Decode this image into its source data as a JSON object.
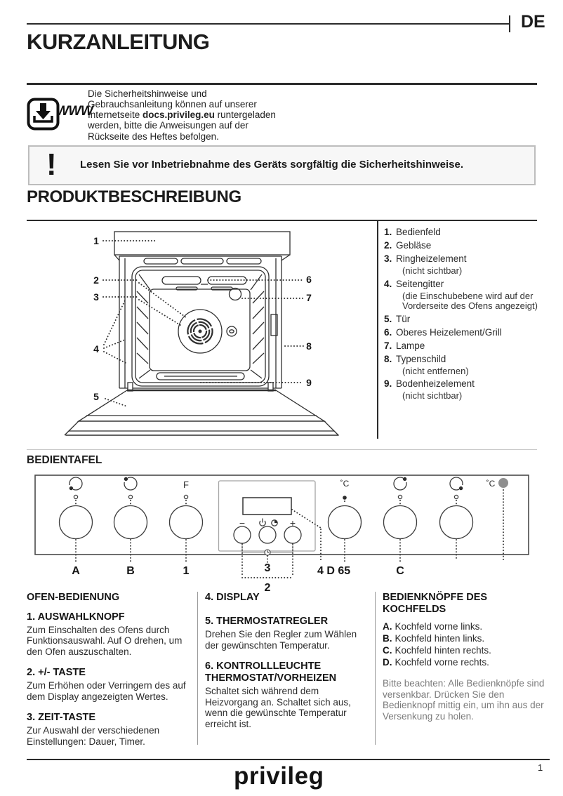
{
  "page": {
    "language_badge": "DE",
    "title": "KURZANLEITUNG",
    "page_number": "1",
    "brand_logo": "privileg"
  },
  "intro": {
    "www_label": "WWW",
    "text_before": "Die Sicherheitshinweise und\nGebrauchsanleitung können auf unserer\nInternetseite ",
    "link_bold": "docs.privileg.eu",
    "text_after": " runtergeladen\nwerden, bitte die Anweisungen auf der\nRückseite des Heftes befolgen."
  },
  "warning": {
    "icon_glyph": "!",
    "text": "Lesen Sie vor Inbetriebnahme des Geräts sorgfältig die Sicherheitshinweise."
  },
  "product": {
    "heading": "PRODUKTBESCHREIBUNG",
    "callouts": [
      "1",
      "2",
      "3",
      "4",
      "5",
      "6",
      "7",
      "8",
      "9"
    ],
    "legend": [
      {
        "num": "1.",
        "label": "Bedienfeld"
      },
      {
        "num": "2.",
        "label": "Gebläse"
      },
      {
        "num": "3.",
        "label": "Ringheizelement",
        "sub": "(nicht sichtbar)"
      },
      {
        "num": "4.",
        "label": "Seitengitter",
        "sub": "(die Einschubebene wird auf der\nVorderseite des Ofens angezeigt)"
      },
      {
        "num": "5.",
        "label": "Tür"
      },
      {
        "num": "6.",
        "label": "Oberes Heizelement/Grill"
      },
      {
        "num": "7.",
        "label": "Lampe"
      },
      {
        "num": "8.",
        "label": "Typenschild",
        "sub": "(nicht entfernen)"
      },
      {
        "num": "9.",
        "label": "Bodenheizelement",
        "sub": "(nicht sichtbar)"
      }
    ]
  },
  "panel": {
    "heading": "BEDIENTAFEL",
    "labels": {
      "a": "A",
      "b": "B",
      "one": "1",
      "two": "2",
      "three": "3",
      "four_d_65": "4 D 65",
      "c": "C"
    },
    "glyphs": {
      "selector_f": "F",
      "minus": "−",
      "plus": "+",
      "thermostat_c": "˚C",
      "indicator_c": "˚C"
    }
  },
  "sections": {
    "ofen": {
      "heading": "OFEN-BEDIENUNG",
      "items": [
        {
          "title": "1. AUSWAHLKNOPF",
          "body": "Zum Einschalten des Ofens durch Funktionsauswahl. Auf O drehen, um den Ofen auszuschalten."
        },
        {
          "title": "2. +/- TASTE",
          "body": "Zum Erhöhen oder Verringern des auf dem Display angezeigten Wertes."
        },
        {
          "title": "3. ZEIT-TASTE",
          "body": "Zur Auswahl der verschiedenen Einstellungen: Dauer,  Timer."
        }
      ]
    },
    "display": {
      "items": [
        {
          "title": "4. DISPLAY",
          "body": ""
        },
        {
          "title": "5. THERMOSTATREGLER",
          "body": "Drehen Sie den Regler zum Wählen der gewünschten Temperatur."
        },
        {
          "title": "6. KONTROLLLEUCHTE THERMOSTAT/VORHEIZEN",
          "body": "Schaltet sich während dem Heizvorgang an. Schaltet sich aus, wenn die gewünschte Temperatur erreicht ist."
        }
      ]
    },
    "kochfeld": {
      "heading": "BEDIENKNÖPFE DES KOCHFELDS",
      "items": [
        {
          "key": "A.",
          "label": "Kochfeld vorne links."
        },
        {
          "key": "B.",
          "label": "Kochfeld hinten links."
        },
        {
          "key": "C.",
          "label": "Kochfeld hinten rechts."
        },
        {
          "key": "D.",
          "label": "Kochfeld vorne rechts."
        }
      ],
      "note": "Bitte beachten: Alle Bedienknöpfe sind versenkbar. Drücken Sie den Bedienknopf mittig ein, um ihn aus der Versenkung zu holen."
    }
  },
  "colors": {
    "ink": "#2f2f2f",
    "rule_dark": "#2b2b2b",
    "rule_light": "#c9c9c9",
    "note_gray": "#7b7b7b",
    "indicator_gray": "#8f8f8f",
    "warning_bg": "#f7f7f7"
  }
}
